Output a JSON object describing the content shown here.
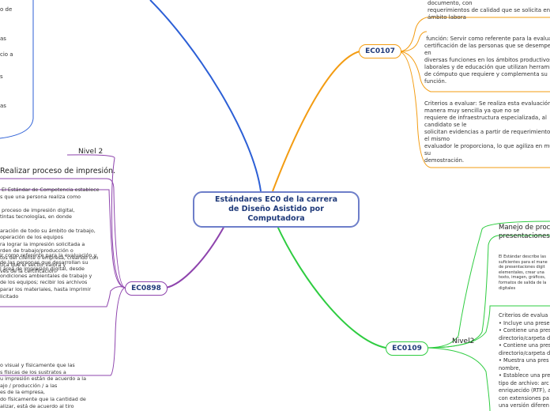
{
  "central": {
    "title": "Estándares EC0 de la carrera de Diseño Asistido por Computadora"
  },
  "nodes": {
    "ec0107": {
      "label": "EC0107",
      "color": "#f39c12"
    },
    "ec0898": {
      "label": "EC0898",
      "color": "#8e44ad"
    },
    "ec0109": {
      "label": "EC0109",
      "color": "#2ecc40"
    }
  },
  "top_left_fragments": [
    "o de",
    "as",
    "cio a",
    "s",
    "as"
  ],
  "ec0107_texts": {
    "t1": "documento, con\nrequerimientos de calidad que se solicita en el\námbito labora",
    "t2": " función: Servir como referente para la evaluación y\ncertificación de las personas que se desempeñan\nen\ndiversas funciones en los ámbitos productivos,\nlaborales y de educación que utilizan herramientas\nde cómputo que requiere y complementa su\nfunción.",
    "t3": "Criterios a evaluar: Se realiza esta evaluación de\nmanera muy sencilla ya que no se\nrequiere de infraestructura especializada, al\ncandidato se le\nsolicitan evidencias a partir de requerimientos que\nel mismo\nevaluador le proporciona, lo que agiliza en mucho\nsu\ndemostración."
  },
  "ec0898_texts": {
    "nivel": "Nivel 2",
    "heading": "Realizar proceso de impresión.",
    "t1": " El Estándar de Competencia establece\ns que una persona realiza como\n\n proceso de impresión digital,\ntintas tecnologías, en donde\n\naración de todo su ámbito de trabajo,\noperación de los equipos\nra lograr la impresión solicitada a\nrden de trabajo/producción o\ntos del cliente o empresa, creando con\ntica que el sector valora y\nvés de la certificación.",
    "t2": "ir como referente para la evaluación y\nde las personas que desarrollan su\nl área de impresión digital, desde\nondiciones ambientales de trabajo y\nde los equipos; recibir los archivos\nparar los materiales, hasta imprimir\nlicitado",
    "t3": "o visual y físicamente que las\ns físicas de los sustratos a\nu impresión están de acuerdo a la\najo / producción / a las\nes de la empresa,\ndo físicamente que la cantidad de\nalizar, está de acuerdo al tiro"
  },
  "ec0109_texts": {
    "nivel": "Nivel2",
    "heading": "Manejo de proc\npresentaciones",
    "t1": "El Estándar describe las\nsuficientes para el mane\nde presentaciones digit\nelementales, crear una\ntexto, imagen, gráficos,\nformatos de salida de la\ndigitales",
    "t2": "Criterios de evalua\n• Incluye una prese\n• Contiene una pres\ndirectorio/carpeta d\n• Contiene una pres\ndirectorio/carpeta d\n• Muestra una pres\nnombre,\n• Establece una pre\ntipo de archivo: arc\nenriquecido (RTF), a\ncon extensiones pa\nuna versión diferen"
  }
}
